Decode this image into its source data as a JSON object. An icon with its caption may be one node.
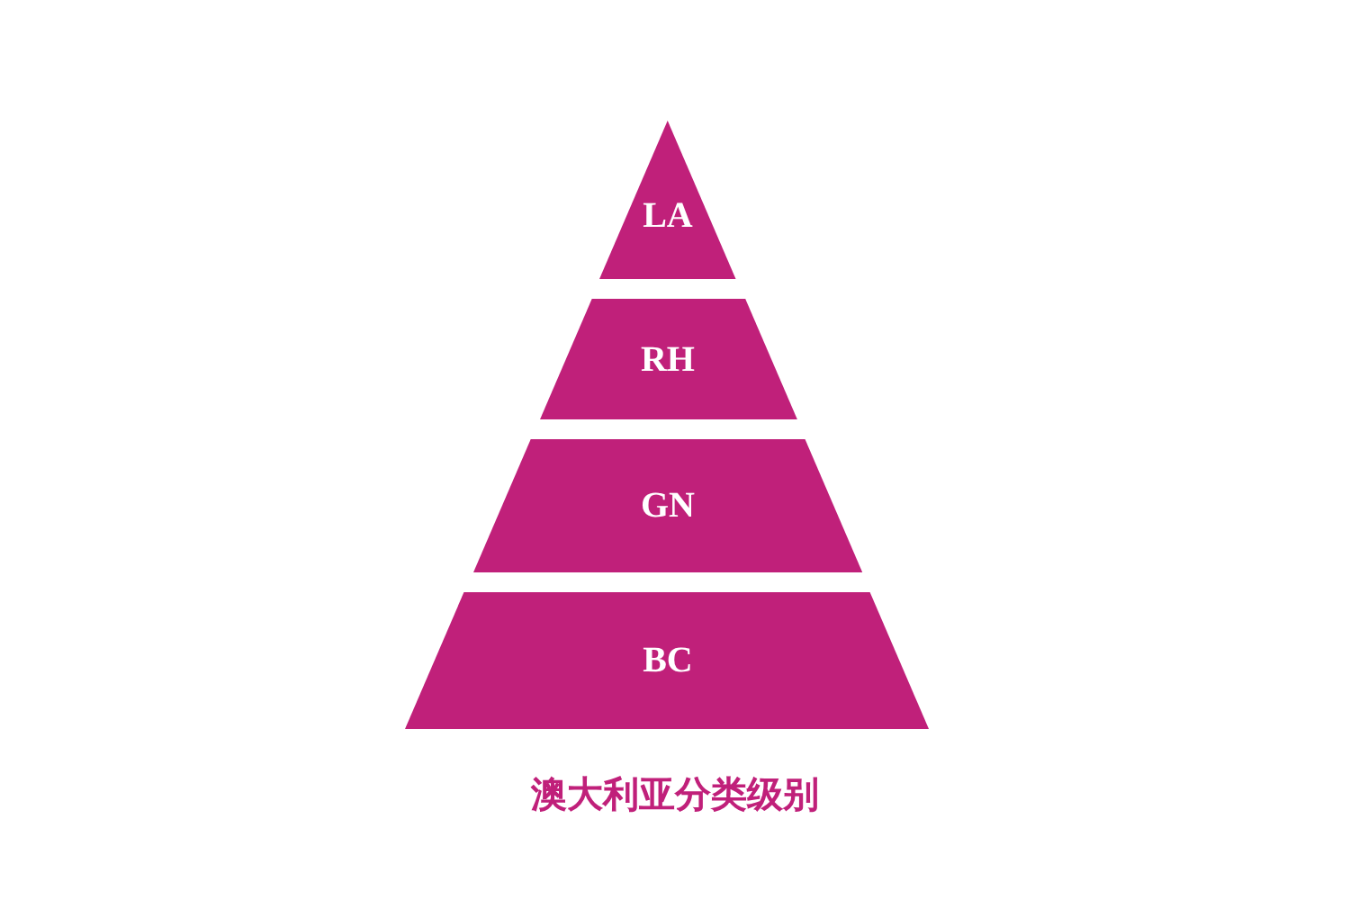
{
  "diagram": {
    "caption": "澳大利亚分类级别",
    "nodes": [
      {
        "text": [
          "LA"
        ]
      },
      {
        "text": [
          "RH"
        ]
      },
      {
        "text": [
          "GN"
        ]
      },
      {
        "text": [
          "BC"
        ]
      }
    ]
  }
}
